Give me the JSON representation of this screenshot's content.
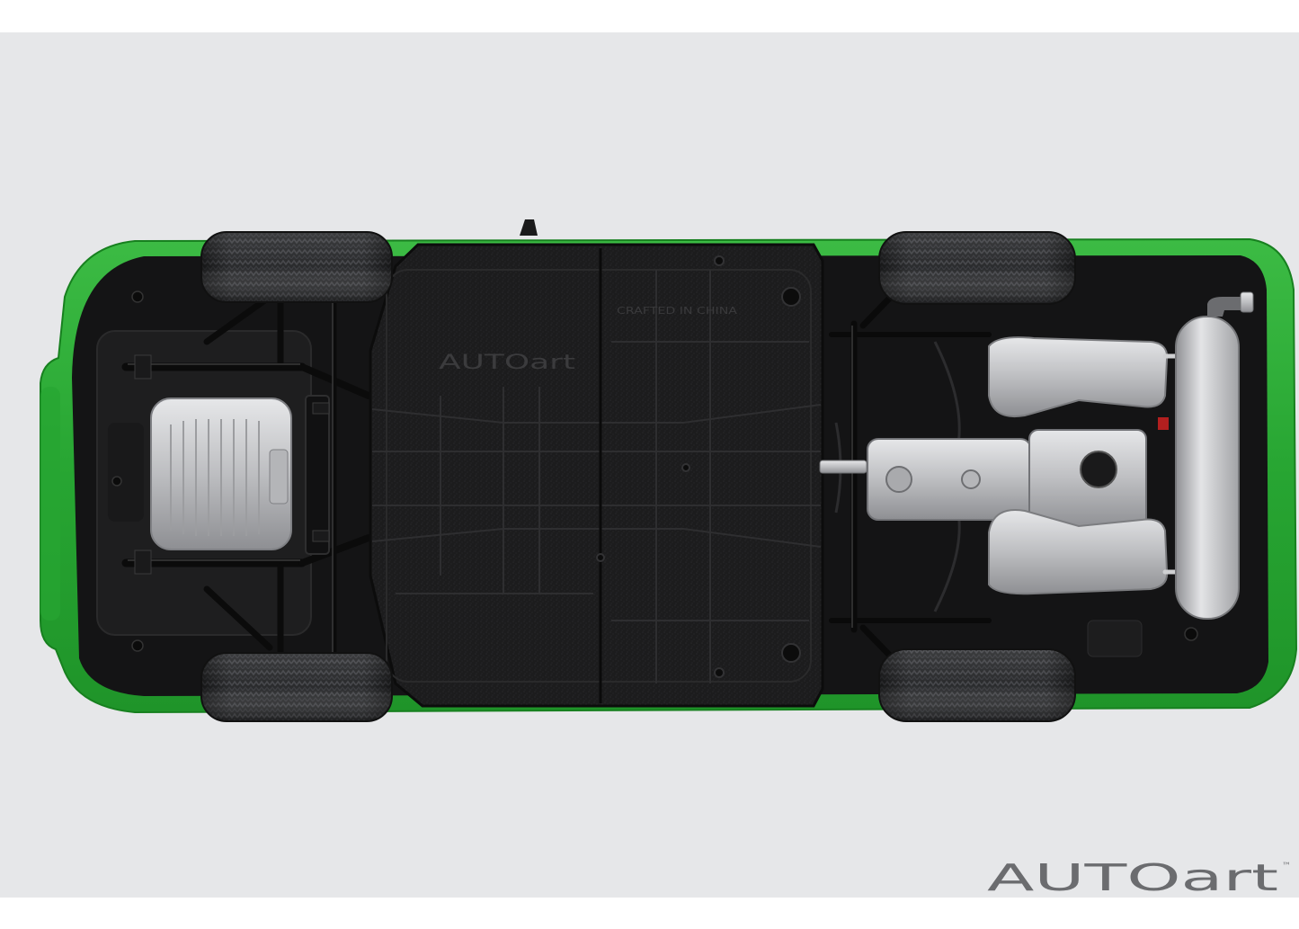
{
  "colors": {
    "backdrop": "#e6e7e9",
    "body_paint": "#27a532",
    "underbody": "#141415",
    "watermark": "#6b6c6f"
  },
  "baseplate": {
    "emboss_brand": "AUTOart",
    "emboss_origin": "CRAFTED IN CHINA"
  },
  "watermark": {
    "brand": "AUTOart",
    "trademark": "™"
  }
}
